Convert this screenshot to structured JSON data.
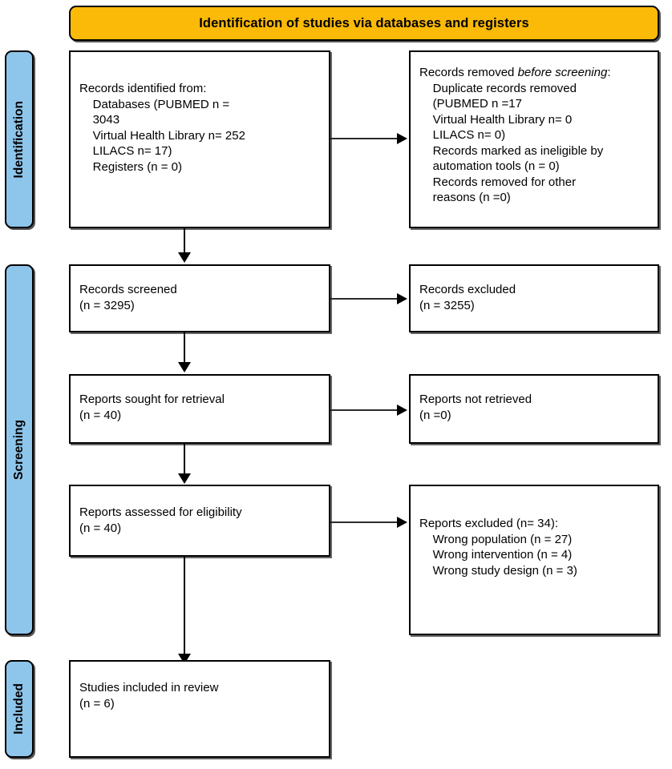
{
  "diagram": {
    "type": "prisma-flow-diagram",
    "banner": {
      "title": "Identification of studies via databases and registers",
      "color": "#fbba07"
    },
    "phases": [
      {
        "key": "identification",
        "label": "Identification",
        "color": "#8ec5eb"
      },
      {
        "key": "screening",
        "label": "Screening",
        "color": "#8ec5eb"
      },
      {
        "key": "included",
        "label": "Included",
        "color": "#8ec5eb"
      }
    ],
    "nodes": {
      "records_identified": {
        "line1": "Records identified from:",
        "line2": "    Databases (PUBMED n =",
        "line3": "    3043",
        "line4": "    Virtual Health Library n= 252",
        "line5": "    LILACS n= 17)",
        "line6": "    Registers (n = 0)"
      },
      "records_removed": {
        "lead_plain": "Records removed ",
        "lead_italic": "before screening",
        "lead_tail": ":",
        "line2": "    Duplicate records removed",
        "line3": "    (PUBMED n =17",
        "line4": "    Virtual Health Library n= 0",
        "line5": "    LILACS n= 0)",
        "line6": "    Records marked as ineligible by",
        "line7": "    automation tools (n = 0)",
        "line8": "    Records removed for other",
        "line9": "    reasons (n =0)"
      },
      "records_screened": {
        "line1": "Records screened",
        "line2": "(n = 3295)"
      },
      "records_excluded": {
        "line1": "Records excluded",
        "line2": "(n = 3255)"
      },
      "reports_sought": {
        "line1": "Reports sought for retrieval",
        "line2": "(n = 40)"
      },
      "reports_not_retrieved": {
        "line1": "Reports not retrieved",
        "line2": "(n =0)"
      },
      "reports_assessed": {
        "line1": "Reports assessed for eligibility",
        "line2": "(n = 40)"
      },
      "reports_excluded": {
        "line1": "Reports excluded (n= 34):",
        "line2": "    Wrong population (n = 27)",
        "line3": "    Wrong intervention (n = 4)",
        "line4": "    Wrong study design (n = 3)"
      },
      "studies_included": {
        "line1": "Studies included in review",
        "line2": "(n = 6)"
      }
    },
    "counts": {
      "databases_pubmed": 3043,
      "databases_vhl": 252,
      "databases_lilacs": 17,
      "registers": 0,
      "duplicates_pubmed": 17,
      "duplicates_vhl": 0,
      "duplicates_lilacs": 0,
      "ineligible_automation": 0,
      "removed_other": 0,
      "screened": 3295,
      "excluded_screening": 3255,
      "sought_retrieval": 40,
      "not_retrieved": 0,
      "assessed_eligibility": 40,
      "reports_excluded_total": 34,
      "wrong_population": 27,
      "wrong_intervention": 4,
      "wrong_study_design": 3,
      "included_studies": 6
    }
  }
}
